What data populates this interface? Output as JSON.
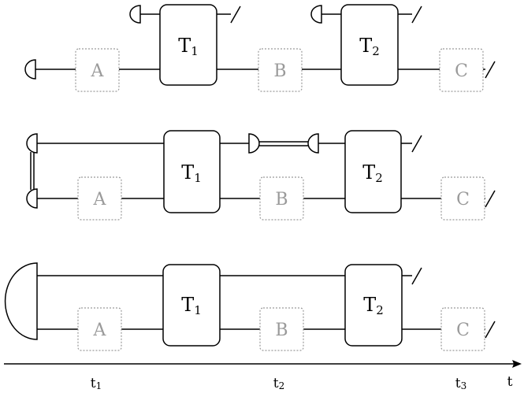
{
  "transforms": {
    "t1": {
      "base": "T",
      "sub": "1"
    },
    "t2": {
      "base": "T",
      "sub": "2"
    }
  },
  "states": {
    "a": "A",
    "b": "B",
    "c": "C"
  },
  "axis": {
    "label": "t",
    "ticks": [
      {
        "base": "t",
        "sub": "1"
      },
      {
        "base": "t",
        "sub": "2"
      },
      {
        "base": "t",
        "sub": "3"
      }
    ]
  },
  "colors": {
    "line": "#000000",
    "state_box": "#9a9a9a"
  }
}
